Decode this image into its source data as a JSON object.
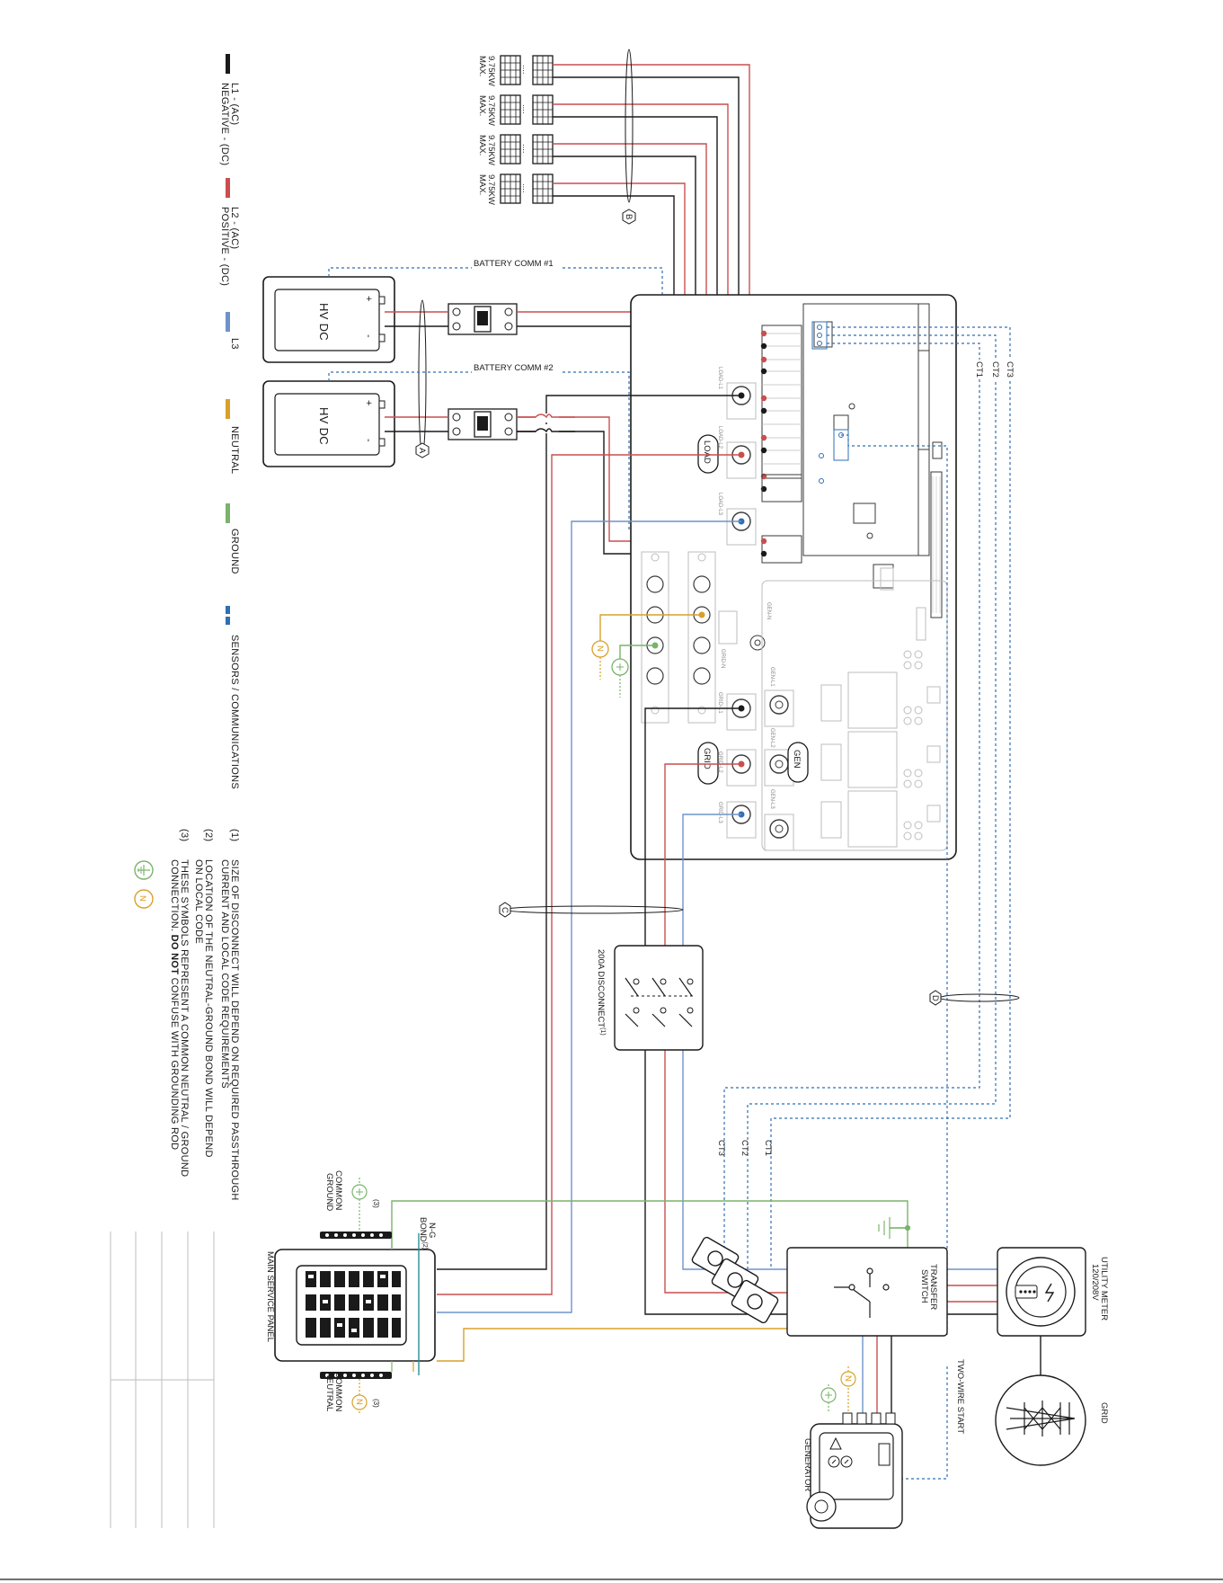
{
  "colors": {
    "l1": "#1a1a1a",
    "l2": "#c94f4f",
    "l3": "#6f93c9",
    "neutral": "#d9a12a",
    "ground": "#7ab36b",
    "comm": "#2f6fb5",
    "outline": "#3a3a3a",
    "light": "#bdbdbd"
  },
  "legend": [
    {
      "key": "l1",
      "line1": "L1 - (AC)",
      "line2": "NEGATIVE - (DC)"
    },
    {
      "key": "l2",
      "line1": "L2 - (AC)",
      "line2": "POSITIVE - (DC)"
    },
    {
      "key": "l3",
      "line1": "L3",
      "line2": ""
    },
    {
      "key": "neutral",
      "line1": "NEUTRAL",
      "line2": ""
    },
    {
      "key": "ground",
      "line1": "GROUND",
      "line2": ""
    },
    {
      "key": "comm",
      "line1": "SENSORS / COMMUNICATIONS",
      "line2": ""
    }
  ],
  "notes": [
    {
      "num": "(1)",
      "lines": [
        "SIZE OF DISCONNECT WILL DEPEND ON REQUIRED PASSTHROUGH",
        "CURRENT AND LOCAL CODE REQUIREMENTS"
      ]
    },
    {
      "num": "(2)",
      "lines": [
        "LOCATION OF THE NEUTRAL-GROUND BOND WILL DEPEND",
        "ON LOCAL CODE"
      ]
    },
    {
      "num": "(3)",
      "lines": [
        "THESE SYMBOLS REPRESENT A COMMON NEUTRAL / GROUND",
        "CONNECTION. "
      ]
    }
  ],
  "note3_bold": "DO NOT",
  "note3_tail": " CONFUSE WITH GROUNDING ROD",
  "pv_arrays": [
    {
      "label1": "9.75KW",
      "label2": "MAX."
    },
    {
      "label1": "9.75KW",
      "label2": "MAX."
    },
    {
      "label1": "9.75KW",
      "label2": "MAX."
    },
    {
      "label1": "9.75KW",
      "label2": "MAX."
    }
  ],
  "pv_dots": "....",
  "batteries": [
    {
      "label": "HV DC",
      "plus": "+",
      "minus": "-"
    },
    {
      "label": "HV DC",
      "plus": "+",
      "minus": "-"
    }
  ],
  "battery_comm": [
    "BATTERY COMM #1",
    "BATTERY COMM #2"
  ],
  "markers": {
    "a": "A",
    "b": "B",
    "c": "C",
    "d": "D"
  },
  "inverter_tags": {
    "load": "LOAD",
    "grid": "GRID",
    "gen": "GEN"
  },
  "ct_labels_inverter": [
    "CT3",
    "CT2",
    "CT1"
  ],
  "ct_labels_bottom": [
    "CT3",
    "CT2",
    "CT1"
  ],
  "disconnect_label": "200A DISCONNECT",
  "disconnect_note": "(1)",
  "utility_meter": [
    "UTILITY METER",
    "120/208V"
  ],
  "grid_label": "GRID",
  "transfer_switch": [
    "TRANSFER",
    "SWITCH"
  ],
  "two_wire_start": "TWO-WIRE START",
  "generator": "GENERATOR",
  "main_panel": "MAIN SERVICE PANEL",
  "ng_bond": [
    "N-G",
    "BOND"
  ],
  "ng_bond_note": "(2)",
  "common_ground": [
    "COMMON",
    "GROUND"
  ],
  "common_neutral": [
    "COMMON",
    "NEUTRAL"
  ],
  "note3_ref": "(3)",
  "sym_n": "N",
  "inverter_port_labels": {
    "load_l1": "LOAD-L1",
    "load_l2": "LOAD-L2",
    "load_l3": "LOAD-L3",
    "grid_l1": "GRID-L1",
    "grid_l2": "GRID-L2",
    "grid_l3": "GRID-L3",
    "gen_l1": "GEN-L1",
    "gen_l2": "GEN-L2",
    "gen_l3": "GEN-L3",
    "gen_n": "GEN-N",
    "grid_n": "GRID-N"
  }
}
